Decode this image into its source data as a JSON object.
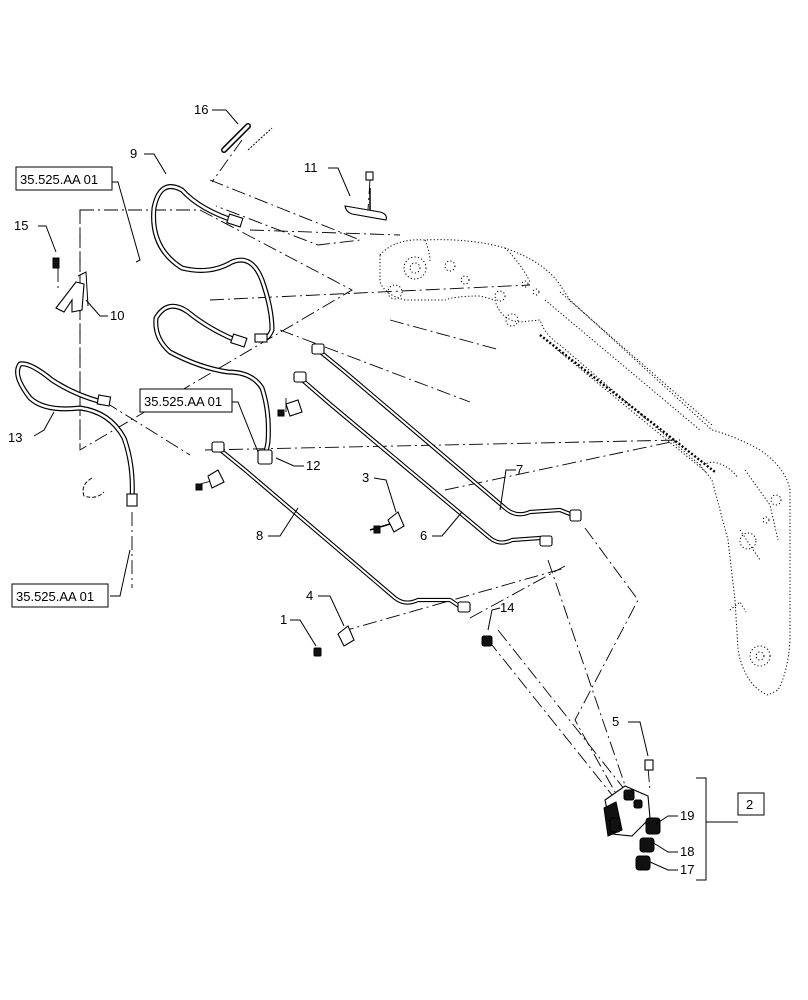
{
  "diagram": {
    "type": "exploded parts diagram",
    "callouts": [
      {
        "id": "c1",
        "label": "1"
      },
      {
        "id": "c2",
        "label": "2"
      },
      {
        "id": "c3",
        "label": "3"
      },
      {
        "id": "c4",
        "label": "4"
      },
      {
        "id": "c5",
        "label": "5"
      },
      {
        "id": "c6",
        "label": "6"
      },
      {
        "id": "c7",
        "label": "7"
      },
      {
        "id": "c8",
        "label": "8"
      },
      {
        "id": "c9",
        "label": "9"
      },
      {
        "id": "c10",
        "label": "10"
      },
      {
        "id": "c11",
        "label": "11"
      },
      {
        "id": "c12",
        "label": "12"
      },
      {
        "id": "c13",
        "label": "13"
      },
      {
        "id": "c14",
        "label": "14"
      },
      {
        "id": "c15",
        "label": "15"
      },
      {
        "id": "c16",
        "label": "16"
      },
      {
        "id": "c17",
        "label": "17"
      },
      {
        "id": "c18",
        "label": "18"
      },
      {
        "id": "c19",
        "label": "19"
      }
    ],
    "references": [
      {
        "id": "ref_top",
        "label": "35.525.AA 01"
      },
      {
        "id": "ref_mid",
        "label": "35.525.AA 01"
      },
      {
        "id": "ref_bottom",
        "label": "35.525.AA 01"
      }
    ]
  }
}
